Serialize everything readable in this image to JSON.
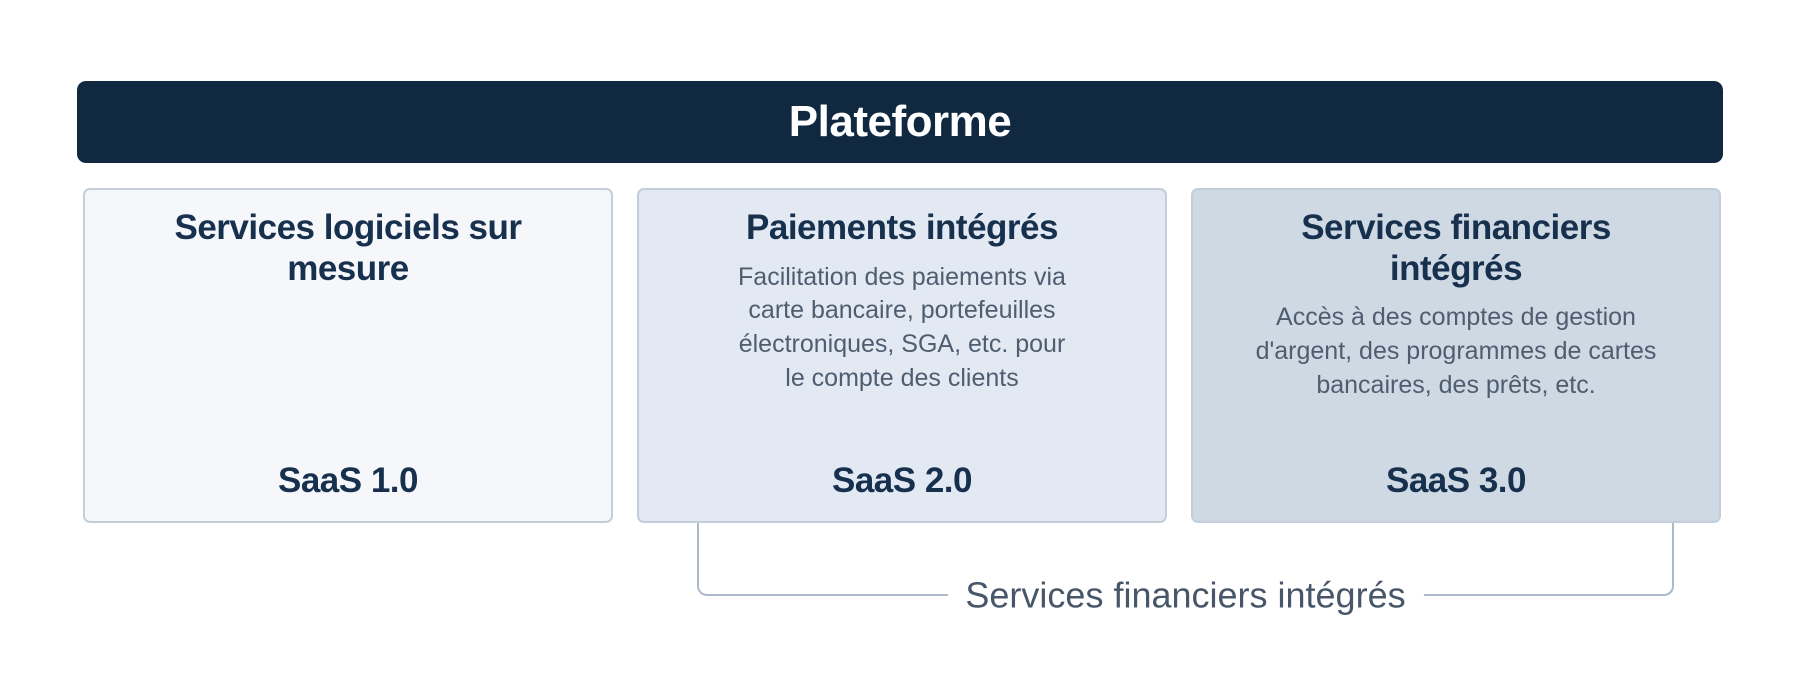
{
  "header": {
    "title": "Plateforme"
  },
  "cards": [
    {
      "id": "saas-1",
      "title": "Services logiciels sur\nmesure",
      "description": "",
      "version_label": "SaaS 1.0"
    },
    {
      "id": "saas-2",
      "title": "Paiements intégrés",
      "description": "Facilitation des paiements via\ncarte bancaire, portefeuilles\nélectroniques, SGA, etc. pour\nle compte des clients",
      "version_label": "SaaS 2.0"
    },
    {
      "id": "saas-3",
      "title": "Services financiers\nintégrés",
      "description": "Accès à des comptes de gestion\nd'argent, des programmes de cartes\nbancaires, des prêts, etc.",
      "version_label": "SaaS 3.0"
    }
  ],
  "bracket": {
    "label": "Services financiers intégrés"
  },
  "colors": {
    "header_bg": "#112940",
    "header_text": "#FFFFFF",
    "title_text": "#16304E",
    "description_text": "#4E5D70",
    "card1_bg": "#F5F7FB",
    "card2_bg": "#E3E9F2",
    "card3_bg": "#CFD9E4",
    "card_border": "#C3CEDA",
    "bracket_line": "#ACB9C9",
    "bracket_text": "#475669"
  }
}
